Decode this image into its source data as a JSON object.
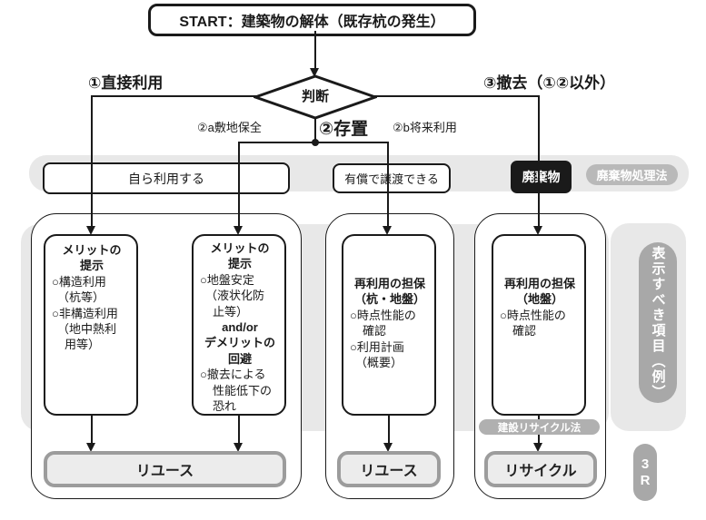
{
  "start": {
    "label": "START：建築物の解体（既存杭の発生）"
  },
  "decision": {
    "label": "判断"
  },
  "branches": {
    "direct_use": "①直接利用",
    "leave_in_place": "②存置",
    "site_preservation": "②a敷地保全",
    "future_use": "②b将来利用",
    "removal": "③撤去（①②以外）"
  },
  "band": {
    "self_use": "自ら利用する",
    "transfer_for_value": "有償で譲渡できる",
    "waste": "廃棄物",
    "waste_law_badge": "廃棄物処理法"
  },
  "boxes": {
    "box1": {
      "l1": "メリットの",
      "l2": "提示",
      "l3": "○構造利用",
      "l4": "（杭等）",
      "l5": "○非構造利用",
      "l6": "（地中熱利",
      "l7": "用等）"
    },
    "box2": {
      "l1": "メリットの",
      "l2": "提示",
      "l3": "○地盤安定",
      "l4": "（液状化防",
      "l5": "止等）",
      "l6": "and/or",
      "l7": "デメリットの",
      "l8": "回避",
      "l9": "○撤去による",
      "l10": "性能低下の",
      "l11": "恐れ"
    },
    "box3": {
      "l1": "再利用の担保",
      "l2": "（杭・地盤）",
      "l3": "○時点性能の",
      "l4": "確認",
      "l5": "○利用計画",
      "l6": "（概要）"
    },
    "box4": {
      "l1": "再利用の担保",
      "l2": "（地盤）",
      "l3": "○時点性能の",
      "l4": "確認"
    }
  },
  "outcomes": {
    "reuse_a": "リユース",
    "reuse_b": "リユース",
    "recycle": "リサイクル"
  },
  "badges": {
    "construction_recycle_law": "建設リサイクル法",
    "display_items": "表示すべき項目（例）",
    "three_r": "3R"
  },
  "colors": {
    "band_gray": "#e8e8e8",
    "badge_gray": "#b0b0b0",
    "pill_gray": "#a8a8a8",
    "line_black": "#1a1a1a",
    "outcome_border": "#9c9c9c"
  }
}
